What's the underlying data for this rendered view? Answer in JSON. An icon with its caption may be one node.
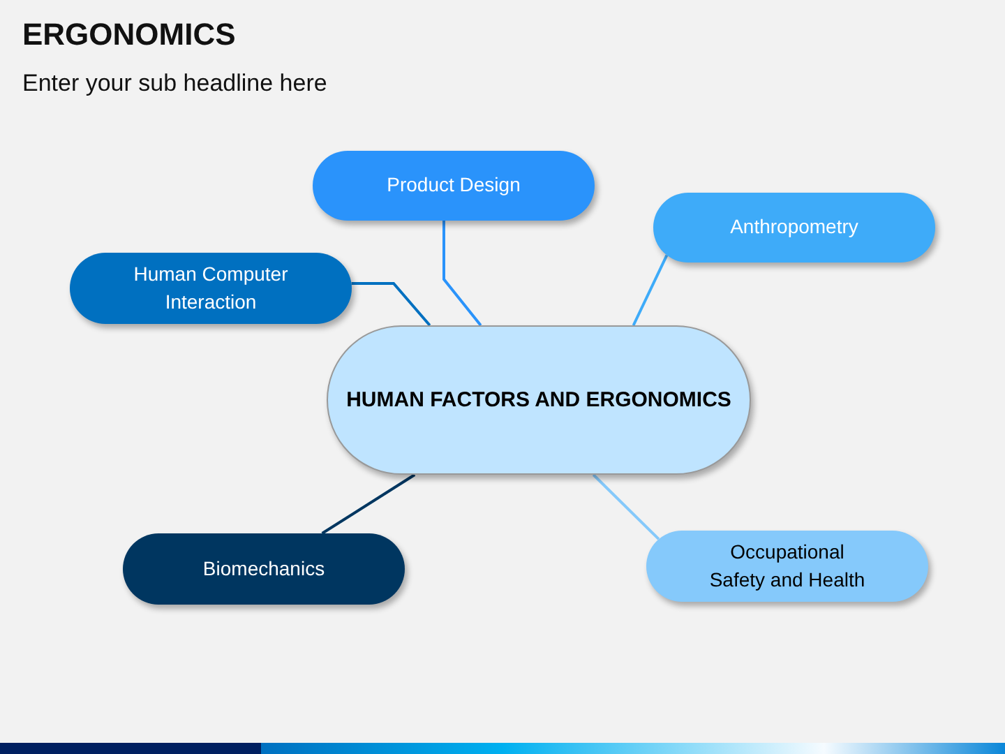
{
  "diagram": {
    "title": "ERGONOMICS",
    "nodes": [
      {
        "text": [
          "Product Design"
        ]
      },
      {
        "text": [
          "Anthropometry"
        ]
      },
      {
        "text": [
          "Human Computer Interaction"
        ]
      },
      {
        "text": [
          "HUMAN FACTORS AND ERGONOMICS"
        ]
      },
      {
        "text": [
          "Biomechanics"
        ]
      },
      {
        "text": [
          "Occupational Safety and Health"
        ]
      }
    ],
    "edges": [
      {
        "from": 0,
        "to": 3,
        "arrow": "none",
        "color": "#2a93fb"
      },
      {
        "from": 1,
        "to": 3,
        "arrow": "none",
        "color": "#3eabf9"
      },
      {
        "from": 2,
        "to": 3,
        "arrow": "none",
        "color": "#0070c0"
      },
      {
        "from": 4,
        "to": 3,
        "arrow": "none",
        "color": "#003660"
      },
      {
        "from": 5,
        "to": 3,
        "arrow": "none",
        "color": "#85c9fb"
      }
    ],
    "labels": [
      "Enter your sub headline here"
    ]
  }
}
